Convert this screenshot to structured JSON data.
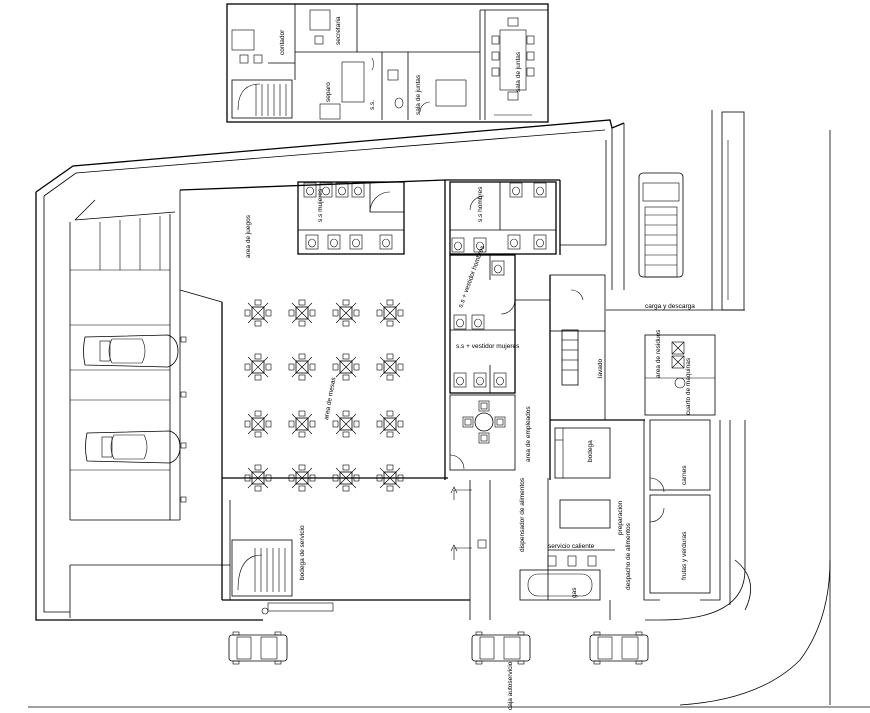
{
  "labels": {
    "contador": "contador",
    "secretaria": "secretaria",
    "separo": "separo",
    "ss_office": "s.s.",
    "sala_de_juntas_1": "sala de juntas",
    "sala_de_juntas_2": "sala de juntas",
    "ss_mujeres": "s.s mujeres",
    "ss_hombres": "s.s hombres",
    "area_de_juegos": "area de juegos",
    "area_de_mesas": "area de mesas",
    "ss_vestidor_hombres": "s.s + vestidor hombres",
    "ss_vestidor_mujeres": "s.s + vestidor mujeres",
    "lavado": "lavado",
    "carga_y_descarga": "carga y descarga",
    "area_de_residuos": "area de residuos",
    "cuarto_de_maquinas": "cuarto de maquinas",
    "area_de_empleados": "area de empleados",
    "bodega": "bodega",
    "carnes": "carnes",
    "preparacion": "preparacion",
    "frutas_y_verduras": "frutas y verduras",
    "servicio_caliente": "servicio caliente",
    "bodega_de_servicio": "bodega de servicio",
    "dispensador_de_alimentos": "dispensador de alimentos",
    "despacho_de_alimentos": "despacho de alimentos",
    "gas": "gas",
    "caja_autoservicio": "caja autoservicio"
  }
}
